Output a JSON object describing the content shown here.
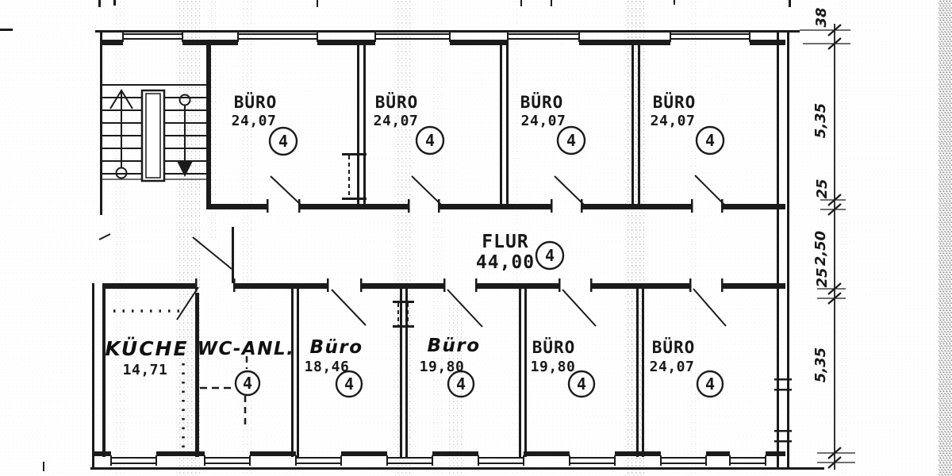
{
  "document": {
    "kind": "scanned architectural floor plan",
    "language": "de",
    "colors": {
      "ink": "#1b1b1b",
      "paper": "#ffffff"
    }
  },
  "rooms": [
    {
      "key": "buero_top_1",
      "name": "BÜRO",
      "area": "24,07",
      "circle": "4",
      "lettering": "print"
    },
    {
      "key": "buero_top_2",
      "name": "BÜRO",
      "area": "24,07",
      "circle": "4",
      "lettering": "print"
    },
    {
      "key": "buero_top_3",
      "name": "BÜRO",
      "area": "24,07",
      "circle": "4",
      "lettering": "print"
    },
    {
      "key": "buero_top_4",
      "name": "BÜRO",
      "area": "24,07",
      "circle": "4",
      "lettering": "print"
    },
    {
      "key": "flur",
      "name": "FLUR",
      "area": "44,00",
      "circle": "4",
      "lettering": "print"
    },
    {
      "key": "kueche",
      "name": "KÜCHE",
      "area": "14,71",
      "circle": "",
      "lettering": "handwritten"
    },
    {
      "key": "wc_anlage",
      "name": "WC-ANL.",
      "area": "",
      "circle": "4",
      "lettering": "handwritten"
    },
    {
      "key": "buero_bottom_1",
      "name": "Büro",
      "area": "18,46",
      "circle": "4",
      "lettering": "handwritten-name"
    },
    {
      "key": "buero_bottom_2",
      "name": "Büro",
      "area": "19,80",
      "circle": "4",
      "lettering": "handwritten-name"
    },
    {
      "key": "buero_bottom_3",
      "name": "BÜRO",
      "area": "19,80",
      "circle": "4",
      "lettering": "print"
    },
    {
      "key": "buero_bottom_4",
      "name": "BÜRO",
      "area": "24,07",
      "circle": "4",
      "lettering": "print"
    }
  ],
  "dimensions": {
    "right_chain": [
      "38",
      "5,35",
      "25",
      "2,50",
      "25",
      "5,35"
    ]
  }
}
